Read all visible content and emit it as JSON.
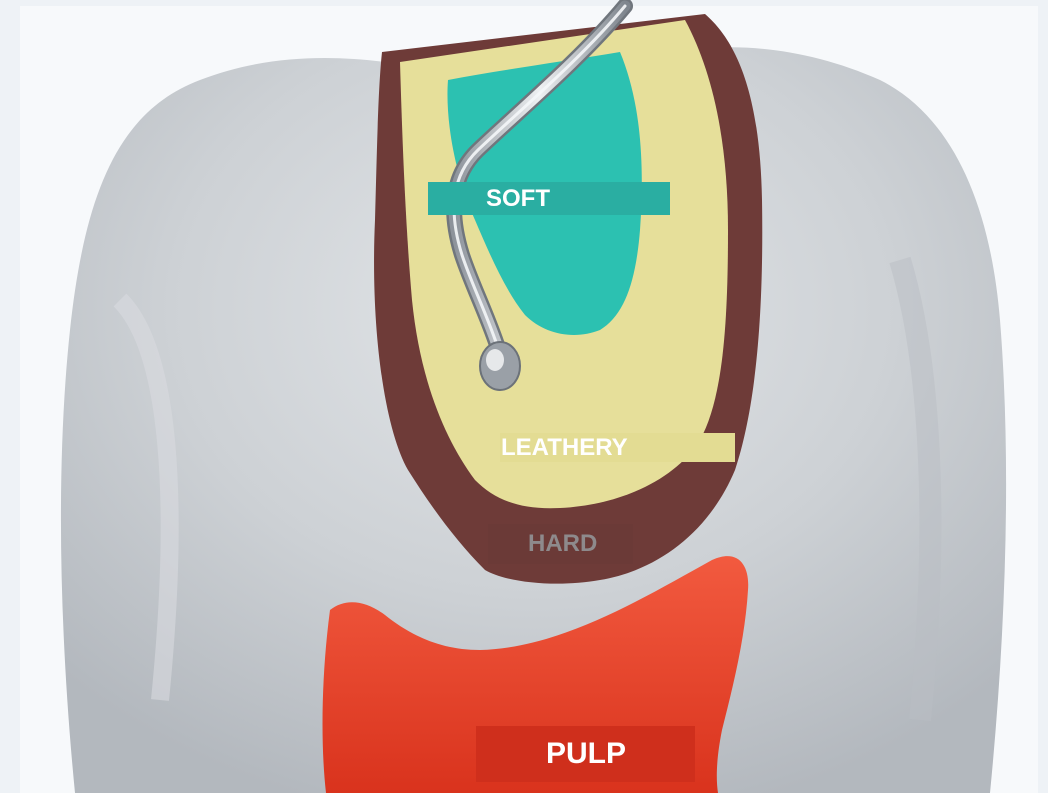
{
  "diagram": {
    "labels": {
      "soft": "SOFT",
      "leathery": "LEATHERY",
      "hard": "HARD",
      "pulp": "PULP"
    },
    "colors": {
      "background": "#eef2f6",
      "tooth_enamel": "#c9ccd0",
      "hard_dentin": "#6e3b38",
      "leathery_dentin": "#e6df9a",
      "soft_dentin": "#2cc1b1",
      "soft_label_bar": "#2aaea2",
      "leathery_label_bar": "#e3dc93",
      "pulp": "#e8462e",
      "pulp_label_bar": "#cf2f1c",
      "instrument": "#b9bec5"
    },
    "icons": {
      "instrument": "dental-excavator-icon"
    }
  }
}
